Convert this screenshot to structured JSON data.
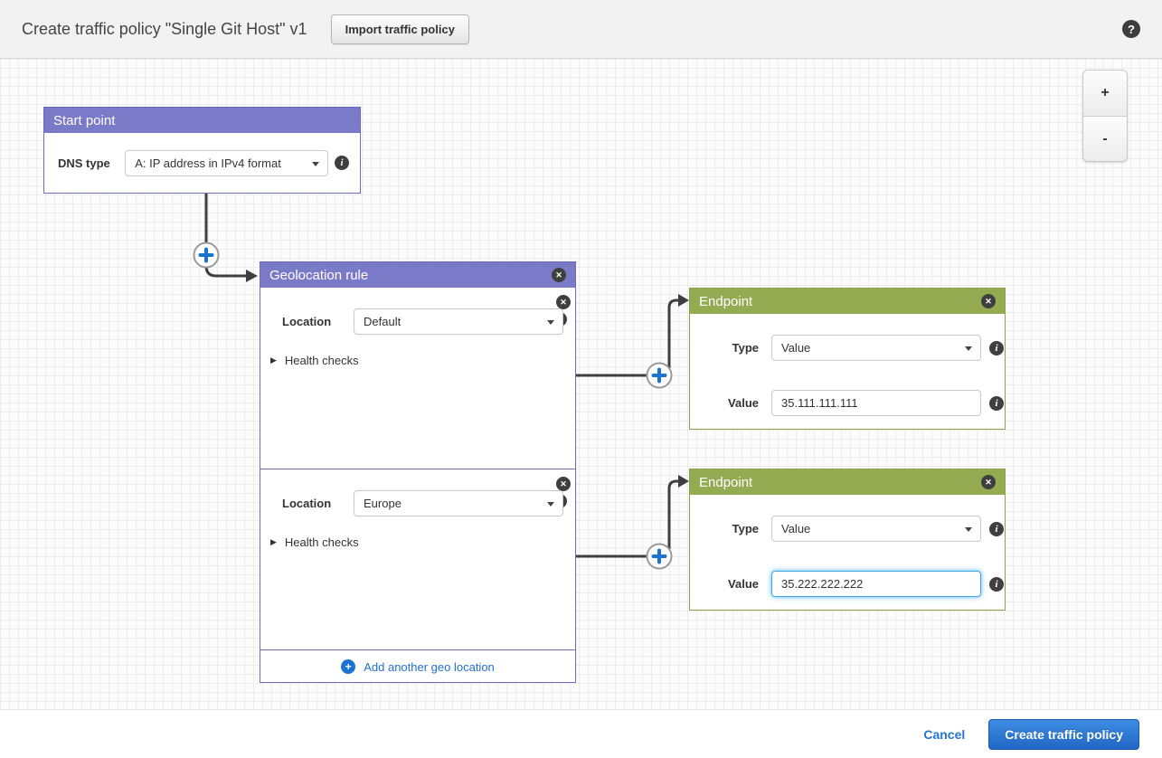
{
  "header": {
    "title": "Create traffic policy \"Single Git Host\" v1",
    "import_button_label": "Import traffic policy",
    "help_symbol": "?"
  },
  "canvas": {
    "zoom_in_label": "+",
    "zoom_out_label": "-",
    "start_point": {
      "title": "Start point",
      "dns_type_label": "DNS type",
      "dns_type_value": "A: IP address in IPv4 format"
    },
    "geolocation_rule": {
      "title": "Geolocation rule",
      "sections": [
        {
          "location_label": "Location",
          "location_value": "Default",
          "health_checks_label": "Health checks"
        },
        {
          "location_label": "Location",
          "location_value": "Europe",
          "health_checks_label": "Health checks"
        }
      ],
      "add_another_label": "Add another geo location"
    },
    "endpoints": [
      {
        "title": "Endpoint",
        "type_label": "Type",
        "type_value": "Value",
        "value_label": "Value",
        "value_text": "35.111.111.111"
      },
      {
        "title": "Endpoint",
        "type_label": "Type",
        "type_value": "Value",
        "value_label": "Value",
        "value_text": "35.222.222.222"
      }
    ]
  },
  "footer": {
    "cancel_label": "Cancel",
    "create_button_label": "Create traffic policy"
  },
  "colors": {
    "rule_header_purple": "#7b7ac8",
    "endpoint_header_green": "#94ab52",
    "accent_blue": "#1a73cf",
    "connector_gray": "#3f3f3f",
    "focus_glow_blue": "#3ea6e8"
  }
}
